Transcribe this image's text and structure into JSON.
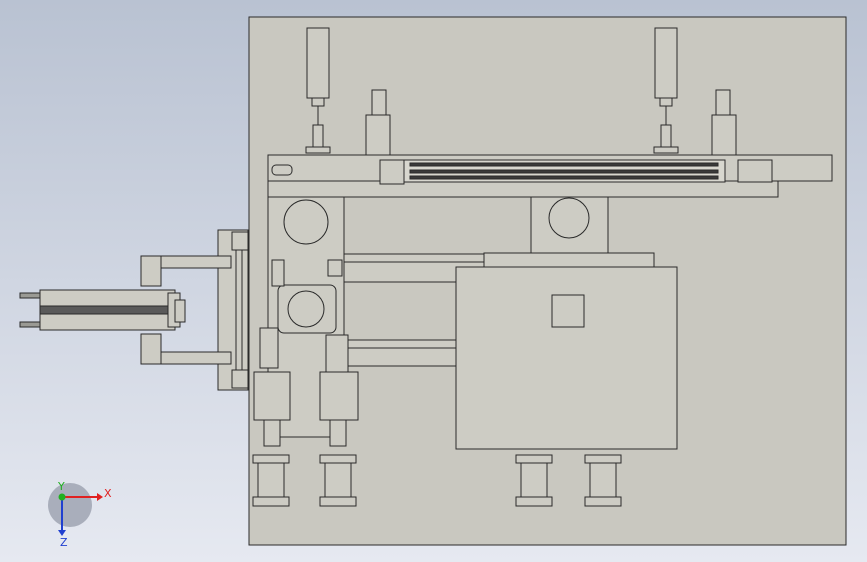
{
  "viewport": {
    "background_top": "#b9c2d2",
    "background_bottom": "#e6e9f1",
    "plate_fill": "#c9c8c0",
    "part_fill": "#cdccc4",
    "edge_color": "#2a2a2a",
    "rail_dark": "#3a3a3a"
  },
  "triad": {
    "x_label": "X",
    "y_label": "Y",
    "z_label": "Z",
    "x_color": "#e02020",
    "y_color": "#20b020",
    "z_color": "#2040d0"
  }
}
